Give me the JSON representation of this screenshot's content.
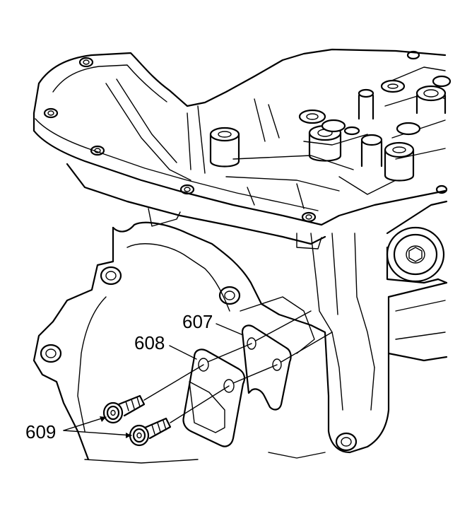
{
  "callouts": {
    "gasket": "607",
    "cover_plate": "608",
    "bolts": "609"
  }
}
